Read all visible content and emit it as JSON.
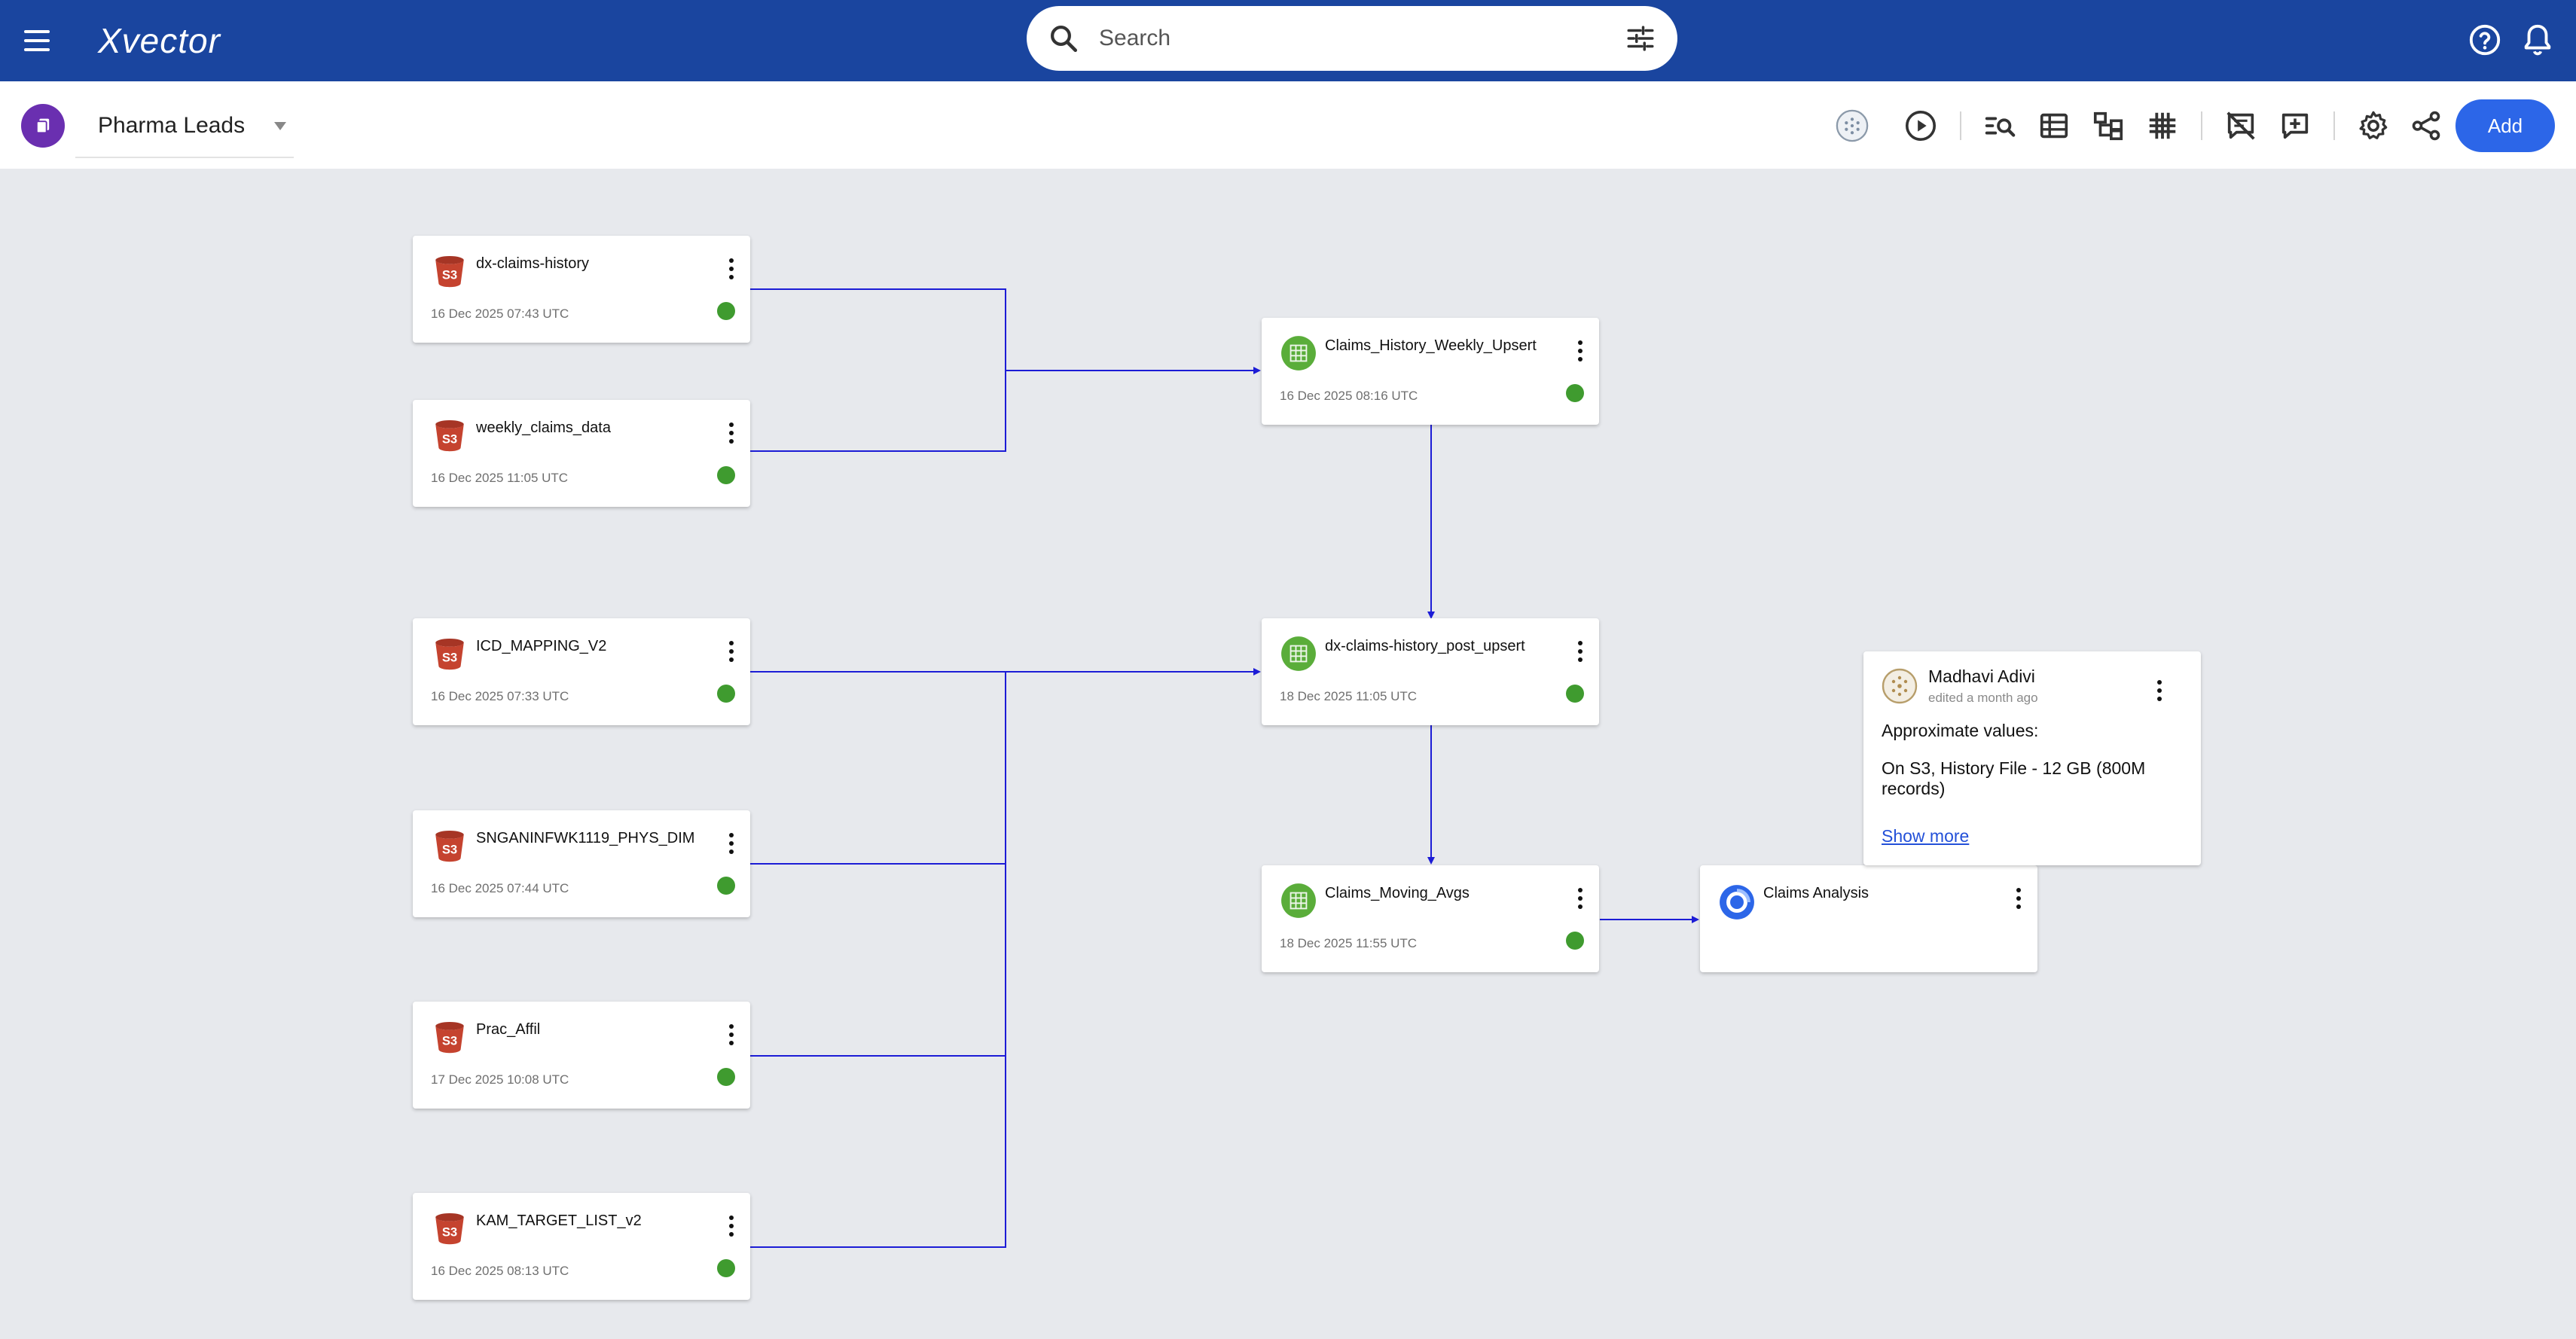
{
  "app": {
    "logo": "Xvector"
  },
  "search": {
    "placeholder": "Search"
  },
  "toolbar": {
    "project_name": "Pharma Leads",
    "add_label": "Add"
  },
  "nodes": [
    {
      "title": "dx-claims-history",
      "date": "16 Dec 2025 07:43 UTC",
      "type": "s3",
      "status": "ok"
    },
    {
      "title": "weekly_claims_data",
      "date": "16 Dec 2025 11:05 UTC",
      "type": "s3",
      "status": "ok"
    },
    {
      "title": "ICD_MAPPING_V2",
      "date": "16 Dec 2025 07:33 UTC",
      "type": "s3",
      "status": "ok"
    },
    {
      "title": "SNGANINFWK1119_PHYS_DIM",
      "date": "16 Dec 2025 07:44 UTC",
      "type": "s3",
      "status": "ok"
    },
    {
      "title": "Prac_Affil",
      "date": "17 Dec 2025 10:08 UTC",
      "type": "s3",
      "status": "ok"
    },
    {
      "title": "KAM_TARGET_LIST_v2",
      "date": "16 Dec 2025 08:13 UTC",
      "type": "s3",
      "status": "ok"
    },
    {
      "title": "Claims_History_Weekly_Upsert",
      "date": "16 Dec 2025 08:16 UTC",
      "type": "dataset",
      "status": "ok"
    },
    {
      "title": "dx-claims-history_post_upsert",
      "date": "18 Dec 2025 11:05 UTC",
      "type": "dataset",
      "status": "ok"
    },
    {
      "title": "Claims_Moving_Avgs",
      "date": "18 Dec 2025 11:55 UTC",
      "type": "dataset",
      "status": "ok"
    },
    {
      "title": "Claims Analysis",
      "type": "analysis"
    }
  ],
  "note": {
    "author": "Madhavi Adivi",
    "edited": "edited a month ago",
    "line1": "Approximate values:",
    "line2": "On S3, History File - 12 GB (800M records)",
    "show_more": "Show more"
  },
  "colors": {
    "topbar": "#1a459f",
    "accent": "#2c66e8",
    "edge": "#1c1cd6",
    "status_ok": "#3f9b2f",
    "s3_red": "#c5432f",
    "dataset_green": "#5aad3a"
  }
}
